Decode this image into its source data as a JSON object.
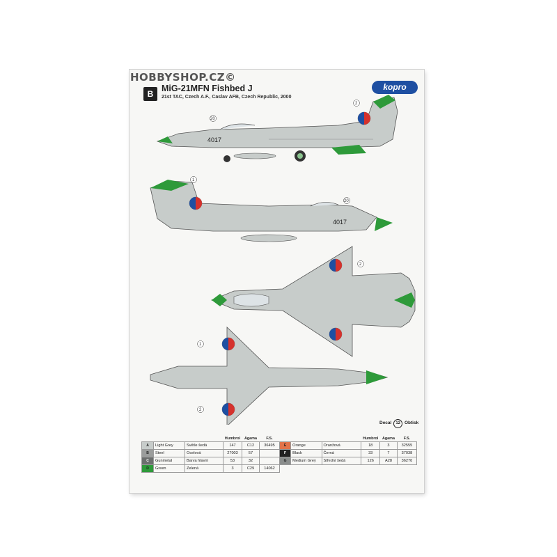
{
  "watermark": "HOBBYSHOP.CZ©",
  "scheme": {
    "letter": "B",
    "title": "MiG-21MFN Fishbed J",
    "subtitle": "21st TAC, Czech A.F., Caslav AFB, Czech Republic, 2000"
  },
  "brand": "kopro",
  "aircraft_number": "4017",
  "callouts": {
    "one": "1",
    "two": "2",
    "twenty": "20"
  },
  "decal": {
    "label": "Decal",
    "number": "12",
    "label_cz": "Obtisk"
  },
  "legend": {
    "headers": {
      "humbrol": "Humbrol",
      "agama": "Agama",
      "fs": "F.S."
    },
    "left": [
      {
        "code": "A",
        "swatch": "#c7ccca",
        "name": "Light Grey",
        "name_cz": "Světle šedá",
        "humbrol": "147",
        "agama": "C12",
        "fs": "36495"
      },
      {
        "code": "B",
        "swatch": "#9b9d9c",
        "name": "Steel",
        "name_cz": "Ocelová",
        "humbrol": "27003",
        "agama": "57",
        "fs": ""
      },
      {
        "code": "C",
        "swatch": "#6c6f6e",
        "name": "Gunmetal",
        "name_cz": "Barva hlavní",
        "humbrol": "53",
        "agama": "32",
        "fs": ""
      },
      {
        "code": "D",
        "swatch": "#2e9a3a",
        "name": "Green",
        "name_cz": "Zelená",
        "humbrol": "3",
        "agama": "C29",
        "fs": "14062"
      }
    ],
    "right": [
      {
        "code": "E",
        "swatch": "#e2734a",
        "name": "Orange",
        "name_cz": "Oranžová",
        "humbrol": "18",
        "agama": "3",
        "fs": "32555"
      },
      {
        "code": "F",
        "swatch": "#222222",
        "name": "Black",
        "name_cz": "Černá",
        "humbrol": "33",
        "agama": "7",
        "fs": "37038"
      },
      {
        "code": "G",
        "swatch": "#8a8d8c",
        "name": "Medium Grey",
        "name_cz": "Střední šedá",
        "humbrol": "126",
        "agama": "A28",
        "fs": "36270"
      }
    ]
  },
  "colors": {
    "green": "#2e9a3a",
    "grey": "#c7ccca",
    "red": "#d5312c",
    "blue": "#1e4fa2"
  }
}
